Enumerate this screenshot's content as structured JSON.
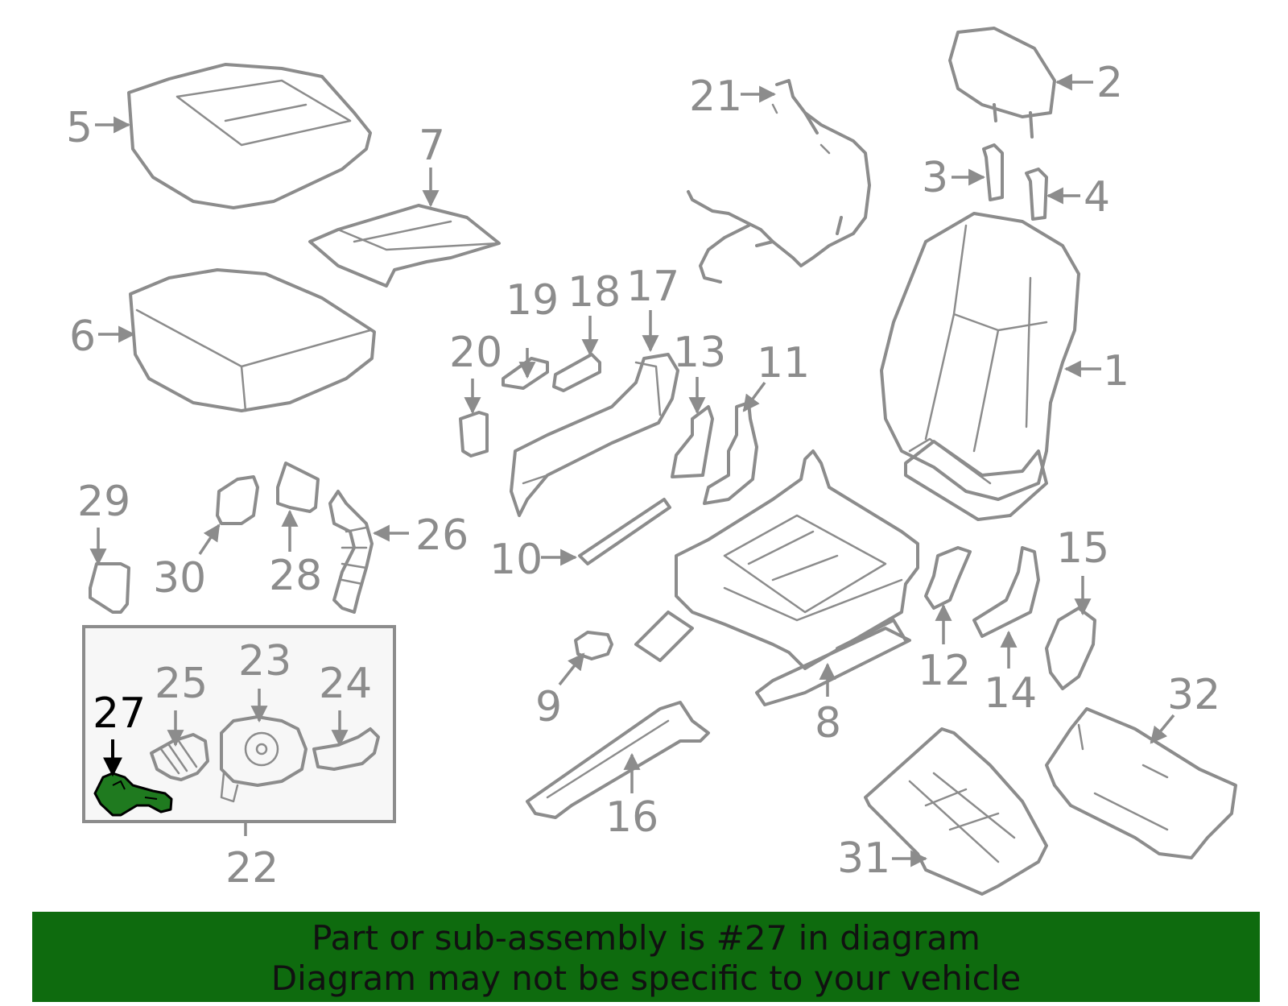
{
  "diagram": {
    "highlight_color": "#1f7a1f",
    "banner_color": "#0e6b0e",
    "highlighted_part": "27",
    "callouts": [
      "1",
      "2",
      "3",
      "4",
      "5",
      "6",
      "7",
      "8",
      "9",
      "10",
      "11",
      "12",
      "13",
      "14",
      "15",
      "16",
      "17",
      "18",
      "19",
      "20",
      "21",
      "22",
      "23",
      "24",
      "25",
      "26",
      "27",
      "28",
      "29",
      "30",
      "31",
      "32"
    ]
  },
  "banner": {
    "line1": "Part or sub-assembly is #27 in diagram",
    "line2": "Diagram may not be specific to your vehicle"
  }
}
